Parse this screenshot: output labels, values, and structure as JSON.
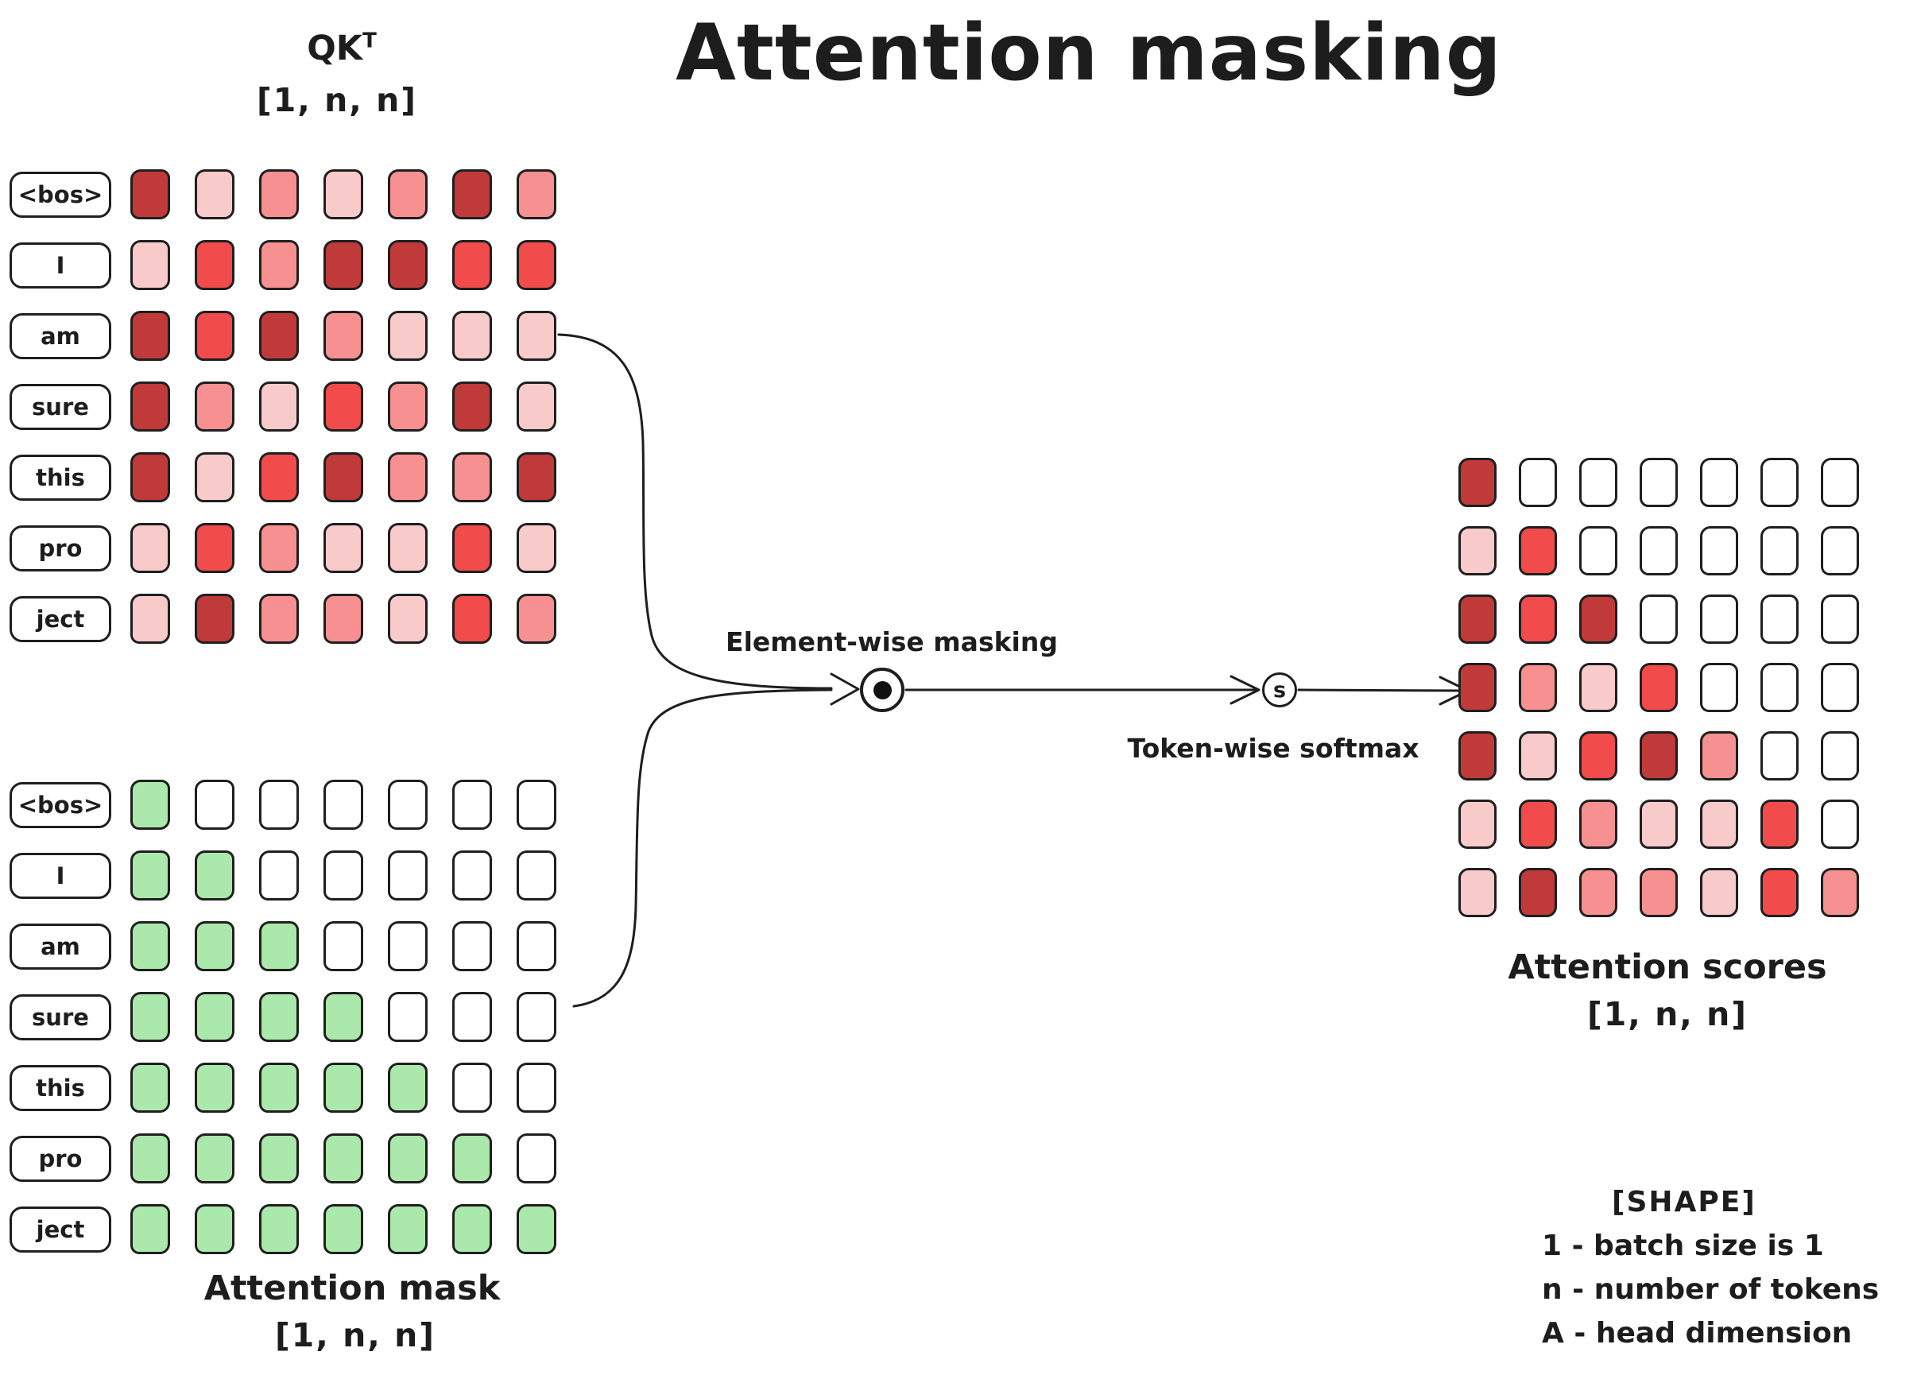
{
  "title": "Attention masking",
  "matrices": {
    "qkt": {
      "label_base": "QK",
      "label_sup": "T",
      "shape": "[1, n, n]",
      "tokens": [
        "<bos>",
        "I",
        "am",
        "sure",
        "this",
        "pro",
        "ject"
      ],
      "cells": [
        [
          "D",
          "P",
          "S",
          "P",
          "S",
          "D",
          "S"
        ],
        [
          "P",
          "R",
          "S",
          "D",
          "D",
          "R",
          "R"
        ],
        [
          "D",
          "R",
          "D",
          "S",
          "P",
          "P",
          "P"
        ],
        [
          "D",
          "S",
          "P",
          "R",
          "S",
          "D",
          "P"
        ],
        [
          "D",
          "P",
          "R",
          "D",
          "S",
          "S",
          "D"
        ],
        [
          "P",
          "R",
          "S",
          "P",
          "P",
          "R",
          "P"
        ],
        [
          "P",
          "D",
          "S",
          "S",
          "P",
          "R",
          "S"
        ]
      ]
    },
    "mask": {
      "label": "Attention mask",
      "shape": "[1, n, n]",
      "tokens": [
        "<bos>",
        "I",
        "am",
        "sure",
        "this",
        "pro",
        "ject"
      ],
      "cells": [
        [
          "G",
          "W",
          "W",
          "W",
          "W",
          "W",
          "W"
        ],
        [
          "G",
          "G",
          "W",
          "W",
          "W",
          "W",
          "W"
        ],
        [
          "G",
          "G",
          "G",
          "W",
          "W",
          "W",
          "W"
        ],
        [
          "G",
          "G",
          "G",
          "G",
          "W",
          "W",
          "W"
        ],
        [
          "G",
          "G",
          "G",
          "G",
          "G",
          "W",
          "W"
        ],
        [
          "G",
          "G",
          "G",
          "G",
          "G",
          "G",
          "W"
        ],
        [
          "G",
          "G",
          "G",
          "G",
          "G",
          "G",
          "G"
        ]
      ]
    },
    "scores": {
      "label": "Attention scores",
      "shape": "[1, n, n]",
      "cells": [
        [
          "D",
          "W",
          "W",
          "W",
          "W",
          "W",
          "W"
        ],
        [
          "P",
          "R",
          "W",
          "W",
          "W",
          "W",
          "W"
        ],
        [
          "D",
          "R",
          "D",
          "W",
          "W",
          "W",
          "W"
        ],
        [
          "D",
          "S",
          "P",
          "R",
          "W",
          "W",
          "W"
        ],
        [
          "D",
          "P",
          "R",
          "D",
          "S",
          "W",
          "W"
        ],
        [
          "P",
          "R",
          "S",
          "P",
          "P",
          "R",
          "W"
        ],
        [
          "P",
          "D",
          "S",
          "S",
          "P",
          "R",
          "S"
        ]
      ]
    }
  },
  "operators": {
    "masking_label": "Element-wise masking",
    "softmax_label": "Token-wise softmax",
    "softmax_symbol": "s"
  },
  "legend": {
    "title": "[SHAPE]",
    "lines": [
      "1 - batch size is 1",
      "n - number of tokens",
      "A - head dimension"
    ]
  },
  "cell_colors": {
    "D": "#c03a3a",
    "R": "#f14b4b",
    "S": "#f79090",
    "P": "#f9caca",
    "G": "#abe8ab",
    "W": "#ffffff"
  }
}
